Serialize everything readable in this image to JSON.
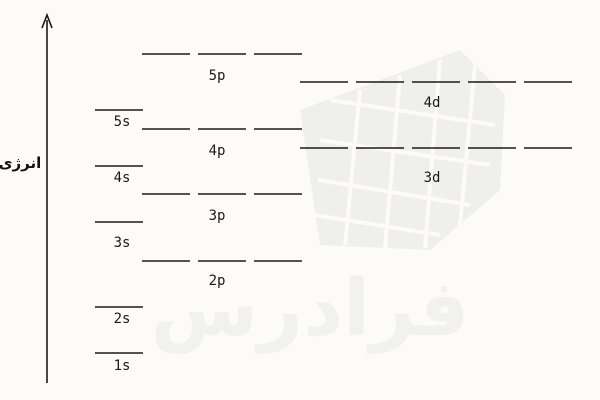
{
  "axis": {
    "label": "انرژی"
  },
  "watermark": {
    "text": "فرادرس"
  },
  "levels": {
    "s1": "1s",
    "s2": "2s",
    "s3": "3s",
    "s4": "4s",
    "s5": "5s",
    "p2": "2p",
    "p3": "3p",
    "p4": "4p",
    "p5": "5p",
    "d3": "3d",
    "d4": "4d"
  },
  "colors": {
    "line": "#1a1a1a",
    "background": "#fcfbf8",
    "watermark": "#eeeeee"
  }
}
